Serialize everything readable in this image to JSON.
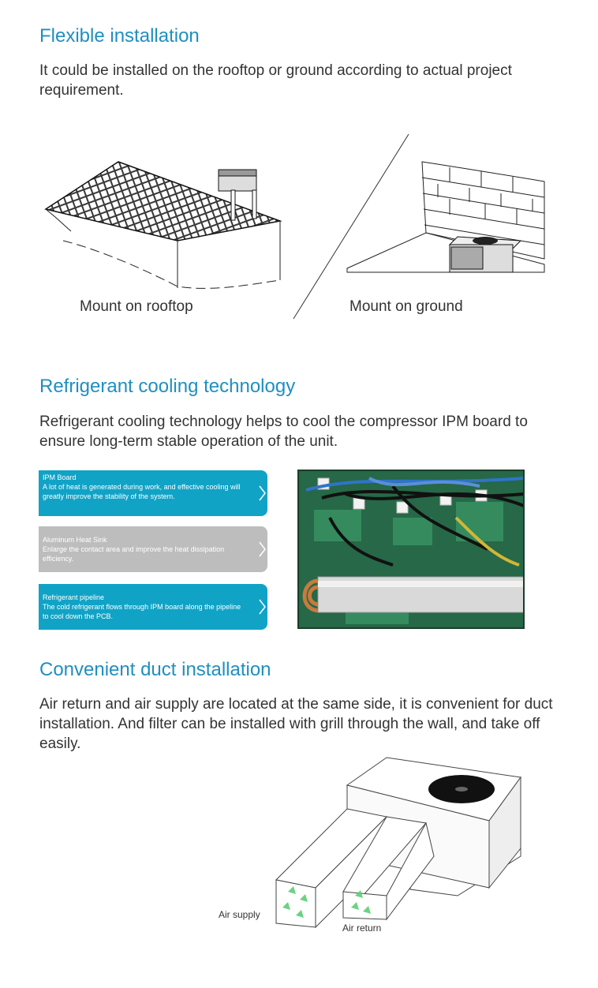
{
  "section1": {
    "title": "Flexible installation",
    "body": "It could be installed on the rooftop or ground according to actual project requirement.",
    "caption_rooftop": "Mount on rooftop",
    "caption_ground": "Mount on ground"
  },
  "section2": {
    "title": "Refrigerant cooling technology",
    "body": "Refrigerant cooling technology helps to cool the compressor IPM board to ensure long-term stable operation of the unit.",
    "items": [
      {
        "title": "IPM Board",
        "text": "A lot of heat is generated during work, and effective cooling will greatly improve the stability of the system."
      },
      {
        "title": "Aluminum Heat Sink",
        "text": "Enlarge the contact area and improve the heat dissipation efficiency."
      },
      {
        "title": "Refrigerant pipeline",
        "text": "The cold refrigerant flows through IPM board along the pipeline to cool down the PCB."
      }
    ]
  },
  "section3": {
    "title": "Convenient duct installation",
    "body": "Air return and air supply are located at the same side, it is convenient for duct installation. And filter can be installed with grill through the wall, and take off easily.",
    "label_supply": "Air supply",
    "label_return": "Air return"
  },
  "colors": {
    "accent": "#1f8fc0",
    "teal": "#10a3c6",
    "grey": "#bdbdbd",
    "pcb": "#2f8a5a"
  }
}
